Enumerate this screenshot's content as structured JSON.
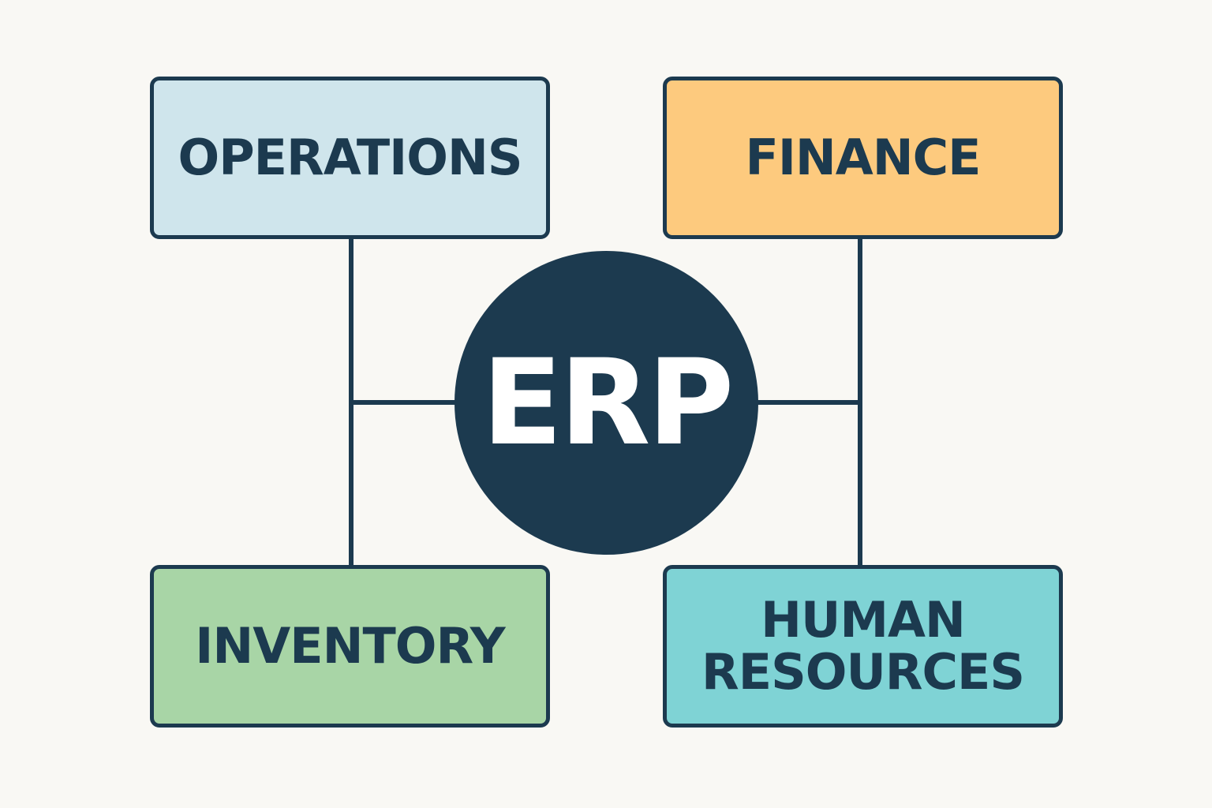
{
  "diagram": {
    "center": {
      "label": "ERP",
      "color": "#1c3a4f"
    },
    "modules": [
      {
        "label": "OPERATIONS",
        "color": "#cfe5ec"
      },
      {
        "label": "FINANCE",
        "color": "#fdca7e"
      },
      {
        "label": "INVENTORY",
        "color": "#a8d5a6"
      },
      {
        "label": "HUMAN RESOURCES",
        "color": "#7fd3d5"
      }
    ]
  }
}
